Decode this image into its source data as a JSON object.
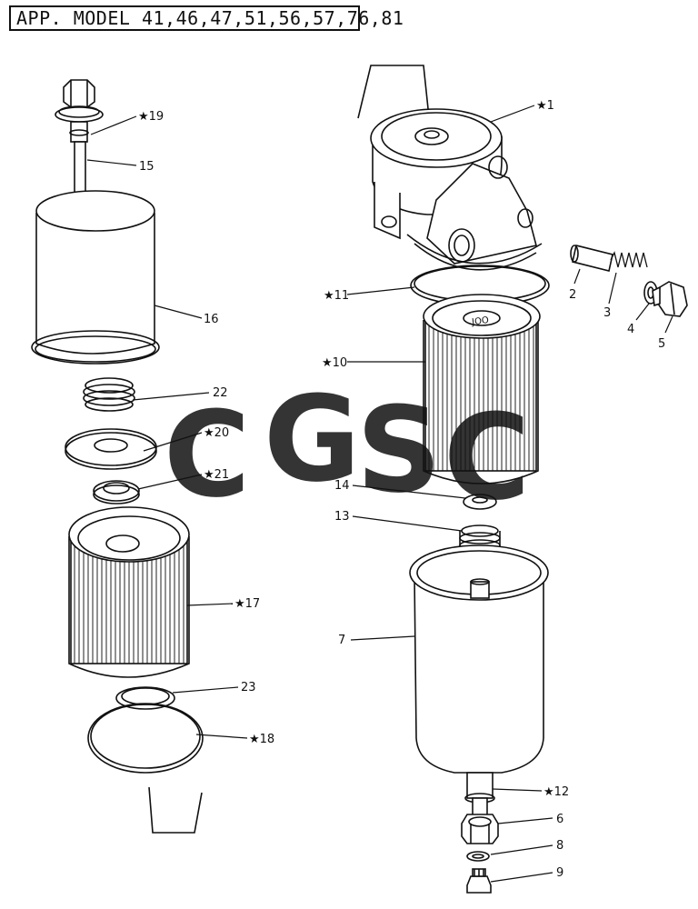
{
  "header": {
    "title": "APP. MODEL  41,46,47,51,56,57,76,81"
  },
  "watermark": {
    "letters": [
      "C",
      "G",
      "S",
      "C"
    ],
    "colors": [
      "#4a8ff2",
      "#ef6b5e",
      "#f9d34a",
      "#3aa36a"
    ]
  },
  "parts": {
    "p1": "★1",
    "p2": "2",
    "p3": "3",
    "p4": "4",
    "p5": "5",
    "p6": "6",
    "p7": "7",
    "p8": "8",
    "p9": "9",
    "p10": "★10",
    "p11": "★11",
    "p12": "★12",
    "p13": "13",
    "p14": "14",
    "p15": "15",
    "p16": "16",
    "p17": "★17",
    "p18": "★18",
    "p19": "★19",
    "p20": "★20",
    "p21": "★21",
    "p22": "22",
    "p23": "23"
  },
  "element_text": "JOO"
}
